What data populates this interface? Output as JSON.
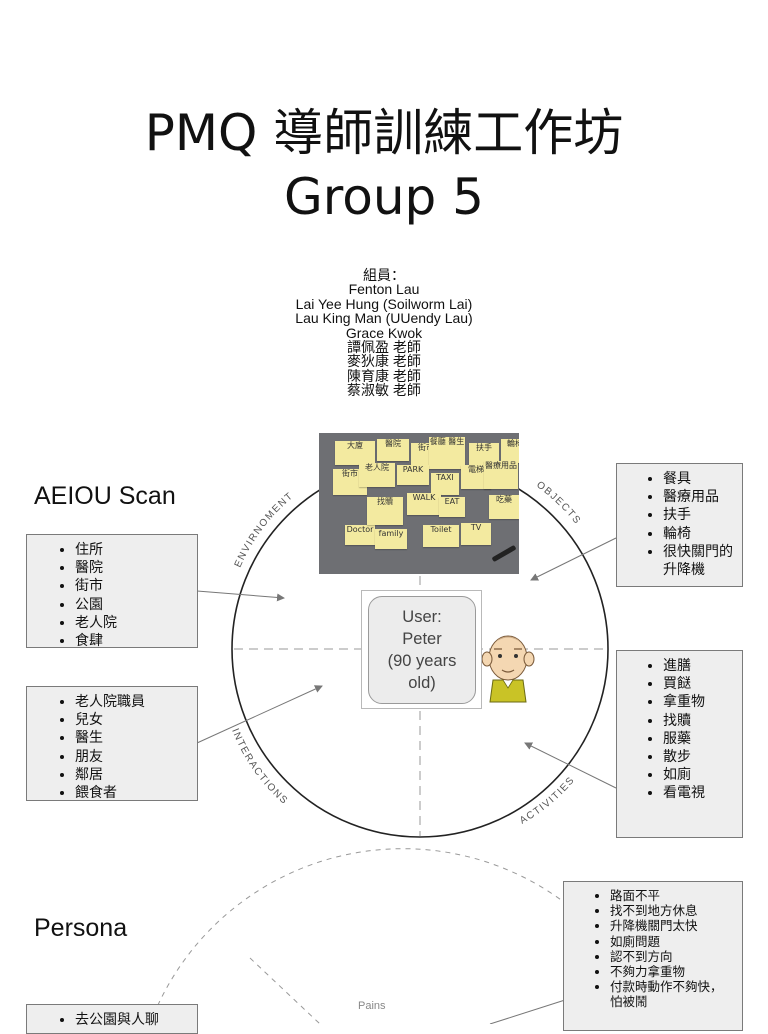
{
  "title": {
    "line1": "PMQ  導師訓練工作坊",
    "line2": "Group 5"
  },
  "members": {
    "label": "組員：",
    "names": [
      "Fenton Lau",
      "Lai Yee Hung (Soilworm Lai)",
      "Lau King Man (UUendy Lau)",
      "Grace Kwok",
      "譚佩盈 老師",
      "麥狄康 老師",
      "陳育康 老師",
      "蔡淑敏 老師"
    ]
  },
  "aeiou": {
    "heading": "AEIOU Scan",
    "quadrants": {
      "environment": "ENVIRNOMENT",
      "objects": "OBJECTS",
      "interactions": "INTERACTIONS",
      "activities": "ACTIVITIES"
    },
    "user_box": "User:\nPeter\n(90 years\nold)",
    "environment_items": [
      "住所",
      "醫院",
      "街市",
      "公園",
      "老人院",
      "食肆"
    ],
    "interactions_items": [
      "老人院職員",
      "兒女",
      "醫生",
      "朋友",
      "鄰居",
      "餵食者"
    ],
    "objects_items": [
      "餐具",
      "醫療用品",
      "扶手",
      "輪椅",
      "很快關門的升降機"
    ],
    "activities_items": [
      "進膳",
      "買餸",
      "拿重物",
      "找贖",
      "服藥",
      "散步",
      "如廁",
      "看電視"
    ],
    "photo_notes": [
      "大廈",
      "醫院",
      "街市",
      "餐廳 醫生",
      "扶手",
      "輪椅",
      "街市",
      "老人院",
      "PARK",
      "TAXI",
      "電梯",
      "醫療用品",
      "WALK",
      "EAT",
      "TV",
      "吃藥",
      "Doctor",
      "family",
      "Toilet",
      "找贖"
    ]
  },
  "persona": {
    "heading": "Persona",
    "pains_label": "Pains",
    "left_items": [
      "去公園與人聊"
    ],
    "pains_items": [
      "路面不平",
      "找不到地方休息",
      "升降機關門太快",
      "如廁問題",
      "認不到方向",
      "不夠力拿重物",
      "付款時動作不夠快，怕被鬧"
    ]
  },
  "colors": {
    "box_bg": "#eeeeee",
    "box_border": "#7a7a7a",
    "note": "#f3eaa0",
    "photo_bg": "#6e6f73",
    "persona_shirt": "#c9c326"
  }
}
